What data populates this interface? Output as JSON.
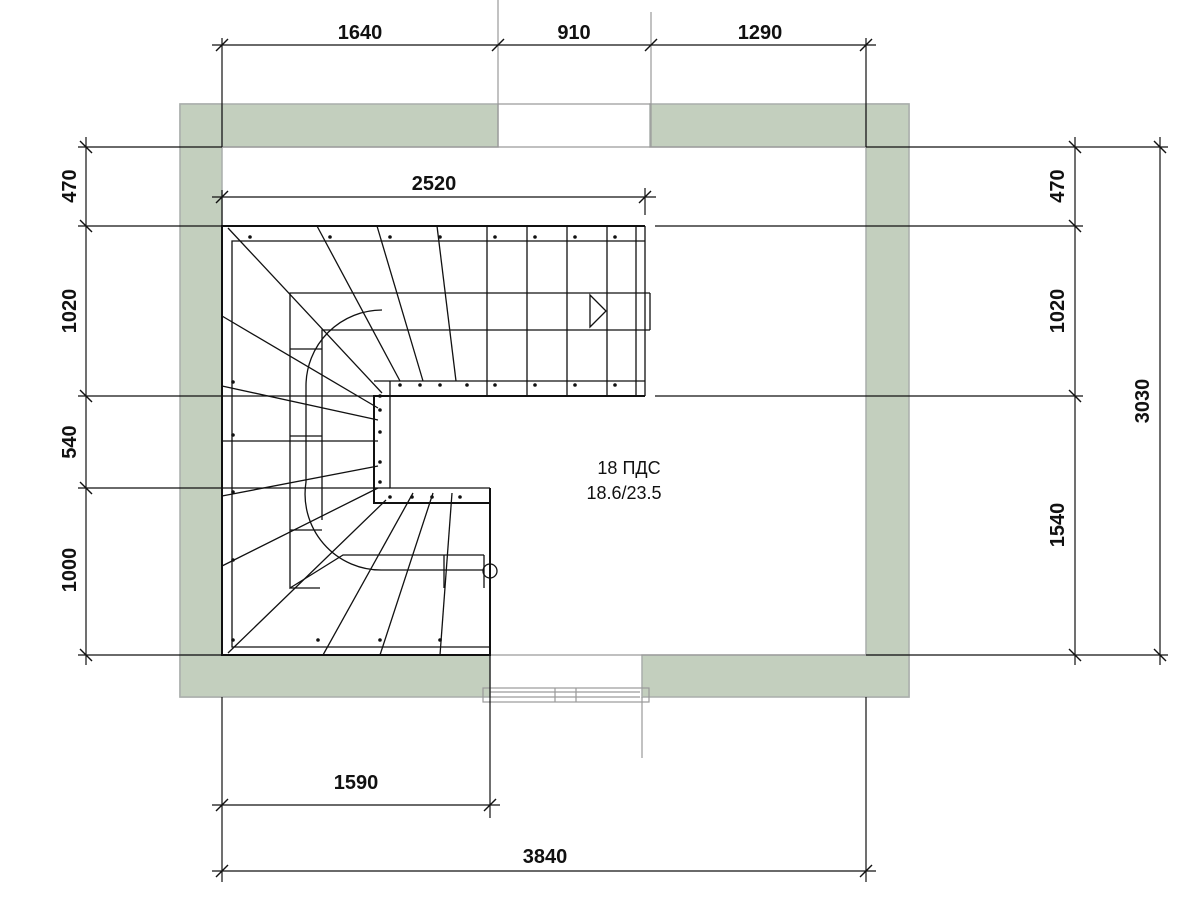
{
  "drawing": {
    "wall_color": "#c3cfbe",
    "line_color": "#111111",
    "stair_label": {
      "name": "18 ПДС",
      "ratio": "18.6/23.5"
    },
    "dimensions": {
      "top_left_segment": "1640",
      "top_door": "910",
      "top_right_segment": "1290",
      "stair_width": "2520",
      "left_470": "470",
      "left_1020": "1020",
      "left_540": "540",
      "left_1000": "1000",
      "right_470": "470",
      "right_1020": "1020",
      "right_1540": "1540",
      "right_total": "3030",
      "bottom_stair": "1590",
      "bottom_total": "3840"
    }
  }
}
